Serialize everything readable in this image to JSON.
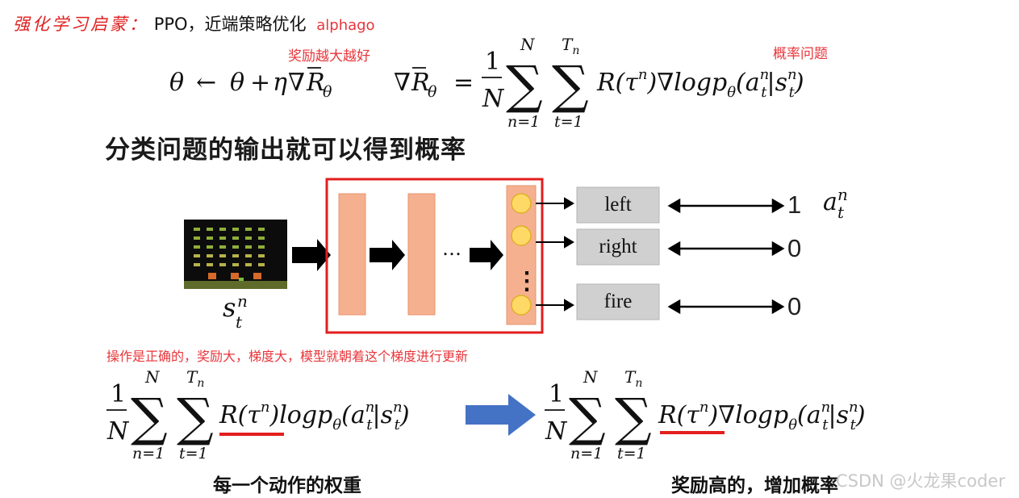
{
  "header": {
    "title_prefix": "强化学习启蒙：",
    "title_main": "PPO，近端策略优化",
    "title_sub": "alphago"
  },
  "annotations": {
    "reward_note": "奖励越大越好",
    "prob_note": "概率问题",
    "update_note": "操作是正确的，奖励大，梯度大，模型就朝着这个梯度进行更新"
  },
  "section_heading": "分类问题的输出就可以得到概率",
  "diagram": {
    "actions": [
      {
        "label": "left",
        "value": "1"
      },
      {
        "label": "right",
        "value": "0"
      },
      {
        "label": "fire",
        "value": "0"
      }
    ],
    "hidden_dots": "…",
    "output_dots": "⋮"
  },
  "captions": {
    "left": "每一个动作的权重",
    "right": "奖励高的，增加概率"
  },
  "watermark": "CSDN @火龙果coder",
  "colors": {
    "accent_red": "#e8363b",
    "box_red": "#e31e1e",
    "layer_orange": "#f5b090",
    "arrow_blue": "#4472c4",
    "node_yellow": "#ffd966",
    "action_gray": "#d0d0d0"
  }
}
